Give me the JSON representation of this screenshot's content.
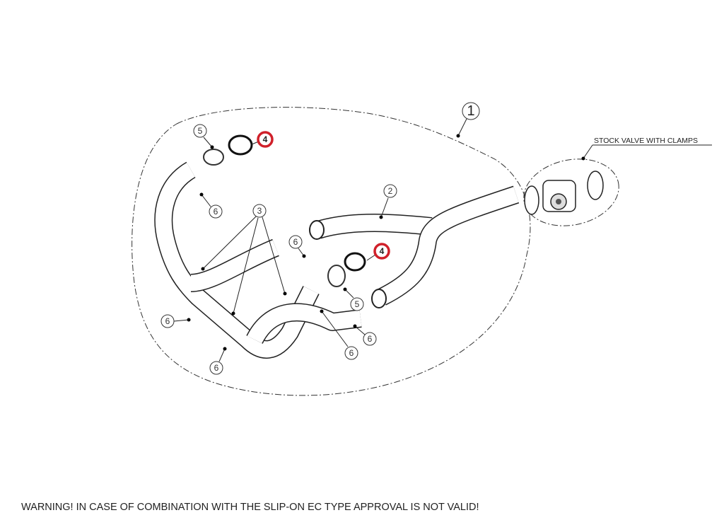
{
  "diagram": {
    "callouts": {
      "c1": "1",
      "c2": "2",
      "c3": "3",
      "c4a": "4",
      "c4b": "4",
      "c5a": "5",
      "c5b": "5",
      "c6a": "6",
      "c6b": "6",
      "c6c": "6",
      "c6d": "6",
      "c6e": "6",
      "c6f": "6"
    },
    "stock_valve_label": "STOCK VALVE WITH CLAMPS",
    "highlight_color": "#d0202a"
  },
  "warning": "WARNING! IN CASE OF COMBINATION WITH THE SLIP-ON EC TYPE APPROVAL IS NOT VALID!"
}
